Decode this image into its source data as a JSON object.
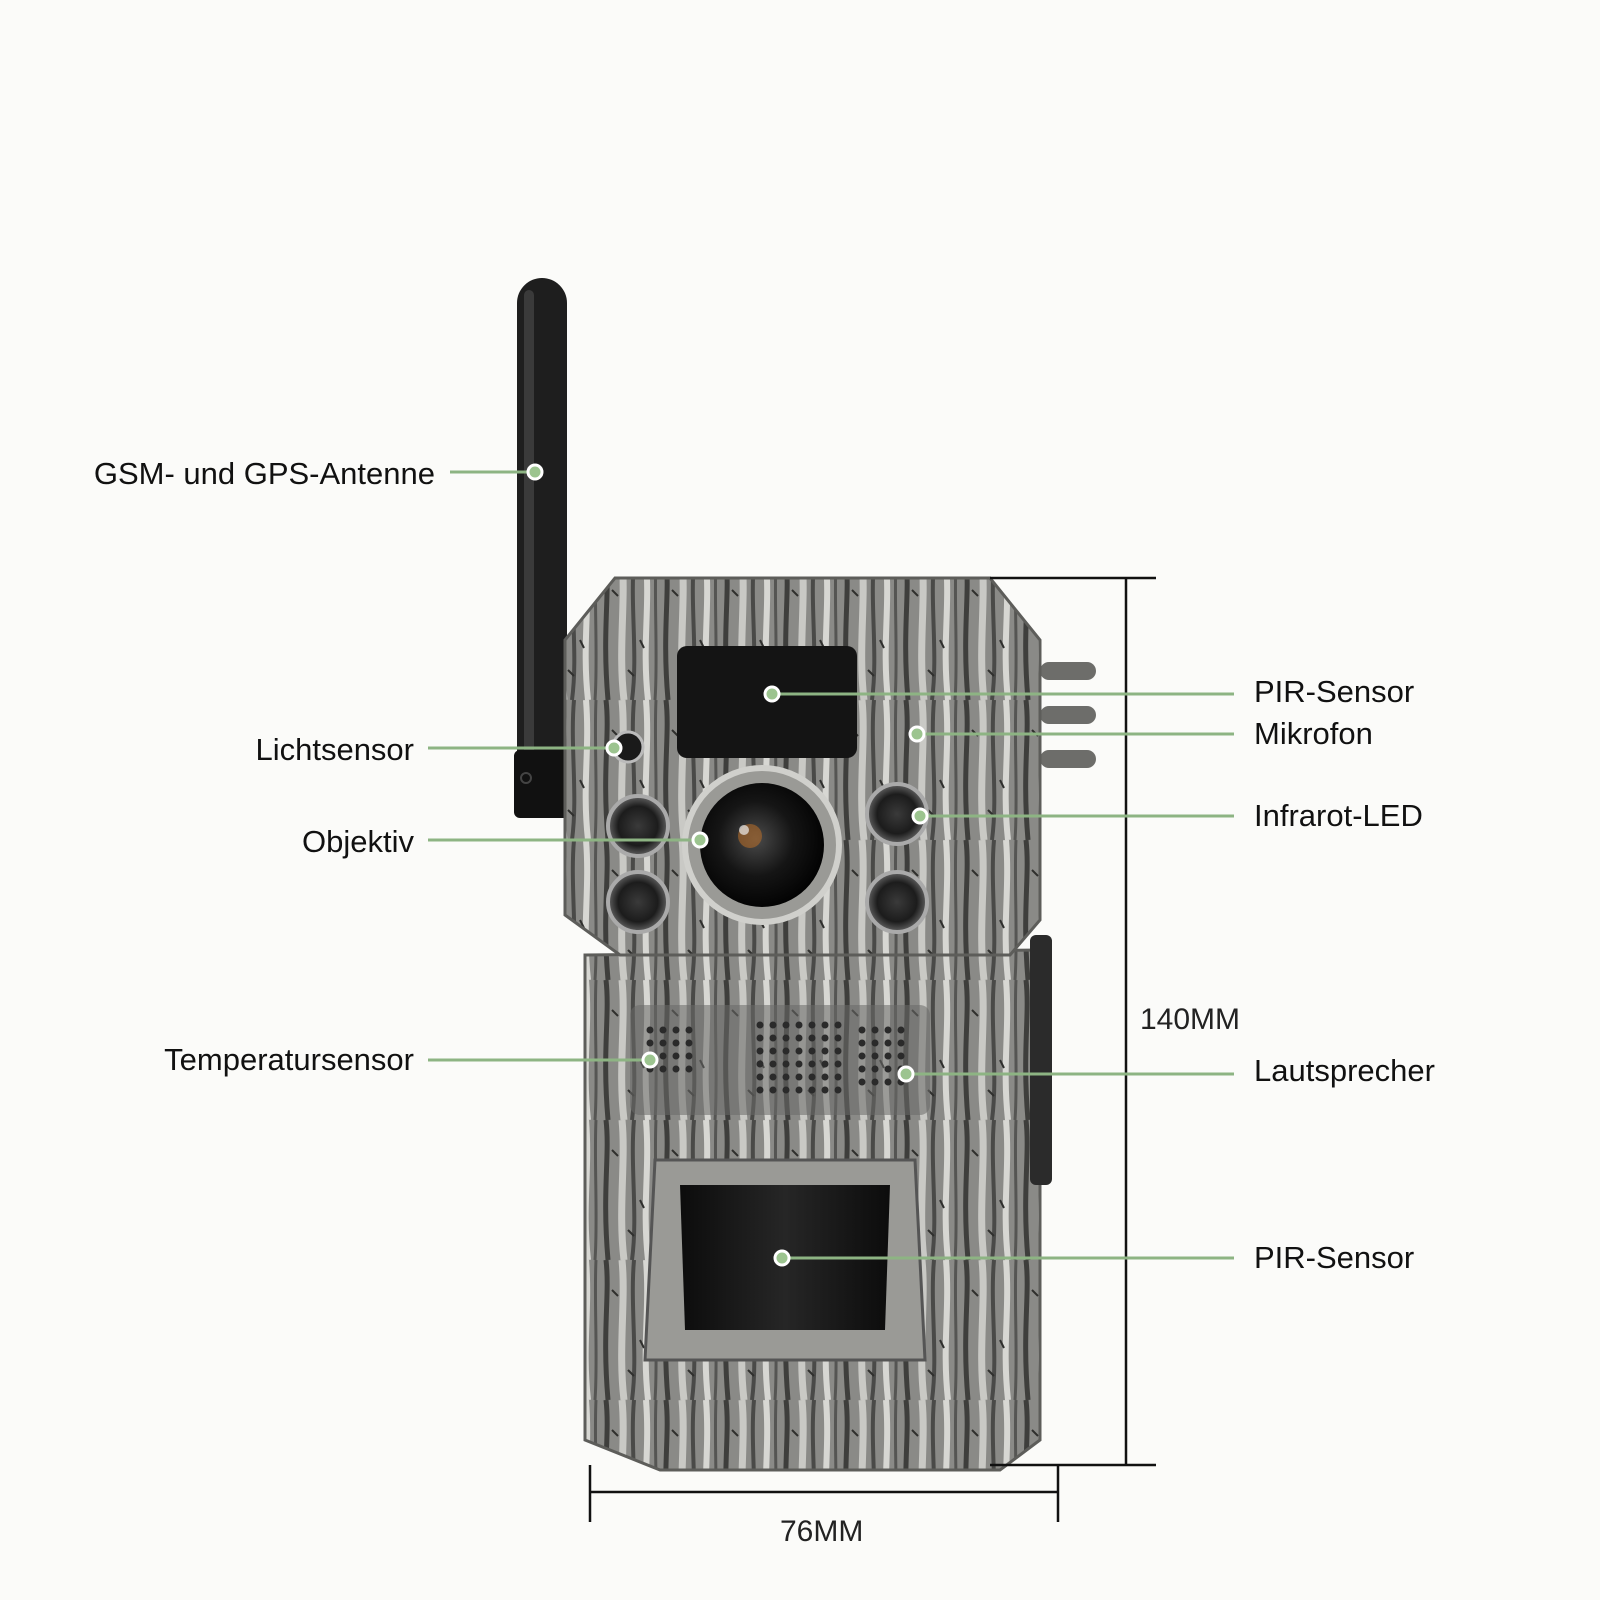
{
  "colors": {
    "background": "#fbfbf9",
    "leader_line": "#8db483",
    "leader_dot": "#9cc48f",
    "camera_bark": "#7b7b79",
    "camera_dark": "#1a1a1a",
    "dimension_line": "#111111"
  },
  "callouts": [
    {
      "id": "antenna",
      "label": "GSM- und GPS-Antenne",
      "side": "left"
    },
    {
      "id": "light-sensor",
      "label": "Lichtsensor",
      "side": "left"
    },
    {
      "id": "lens",
      "label": "Objektiv",
      "side": "left"
    },
    {
      "id": "temperature-sensor",
      "label": "Temperatursensor",
      "side": "left"
    },
    {
      "id": "pir-sensor-top",
      "label": "PIR-Sensor",
      "side": "right"
    },
    {
      "id": "microphone",
      "label": "Mikrofon",
      "side": "right"
    },
    {
      "id": "infrared-led",
      "label": "Infrarot-LED",
      "side": "right"
    },
    {
      "id": "speaker",
      "label": "Lautsprecher",
      "side": "right"
    },
    {
      "id": "pir-sensor-bottom",
      "label": "PIR-Sensor",
      "side": "right"
    }
  ],
  "dimensions": {
    "height": "140MM",
    "width": "76MM"
  },
  "icons": [
    "antenna-icon",
    "trail-camera-icon"
  ]
}
